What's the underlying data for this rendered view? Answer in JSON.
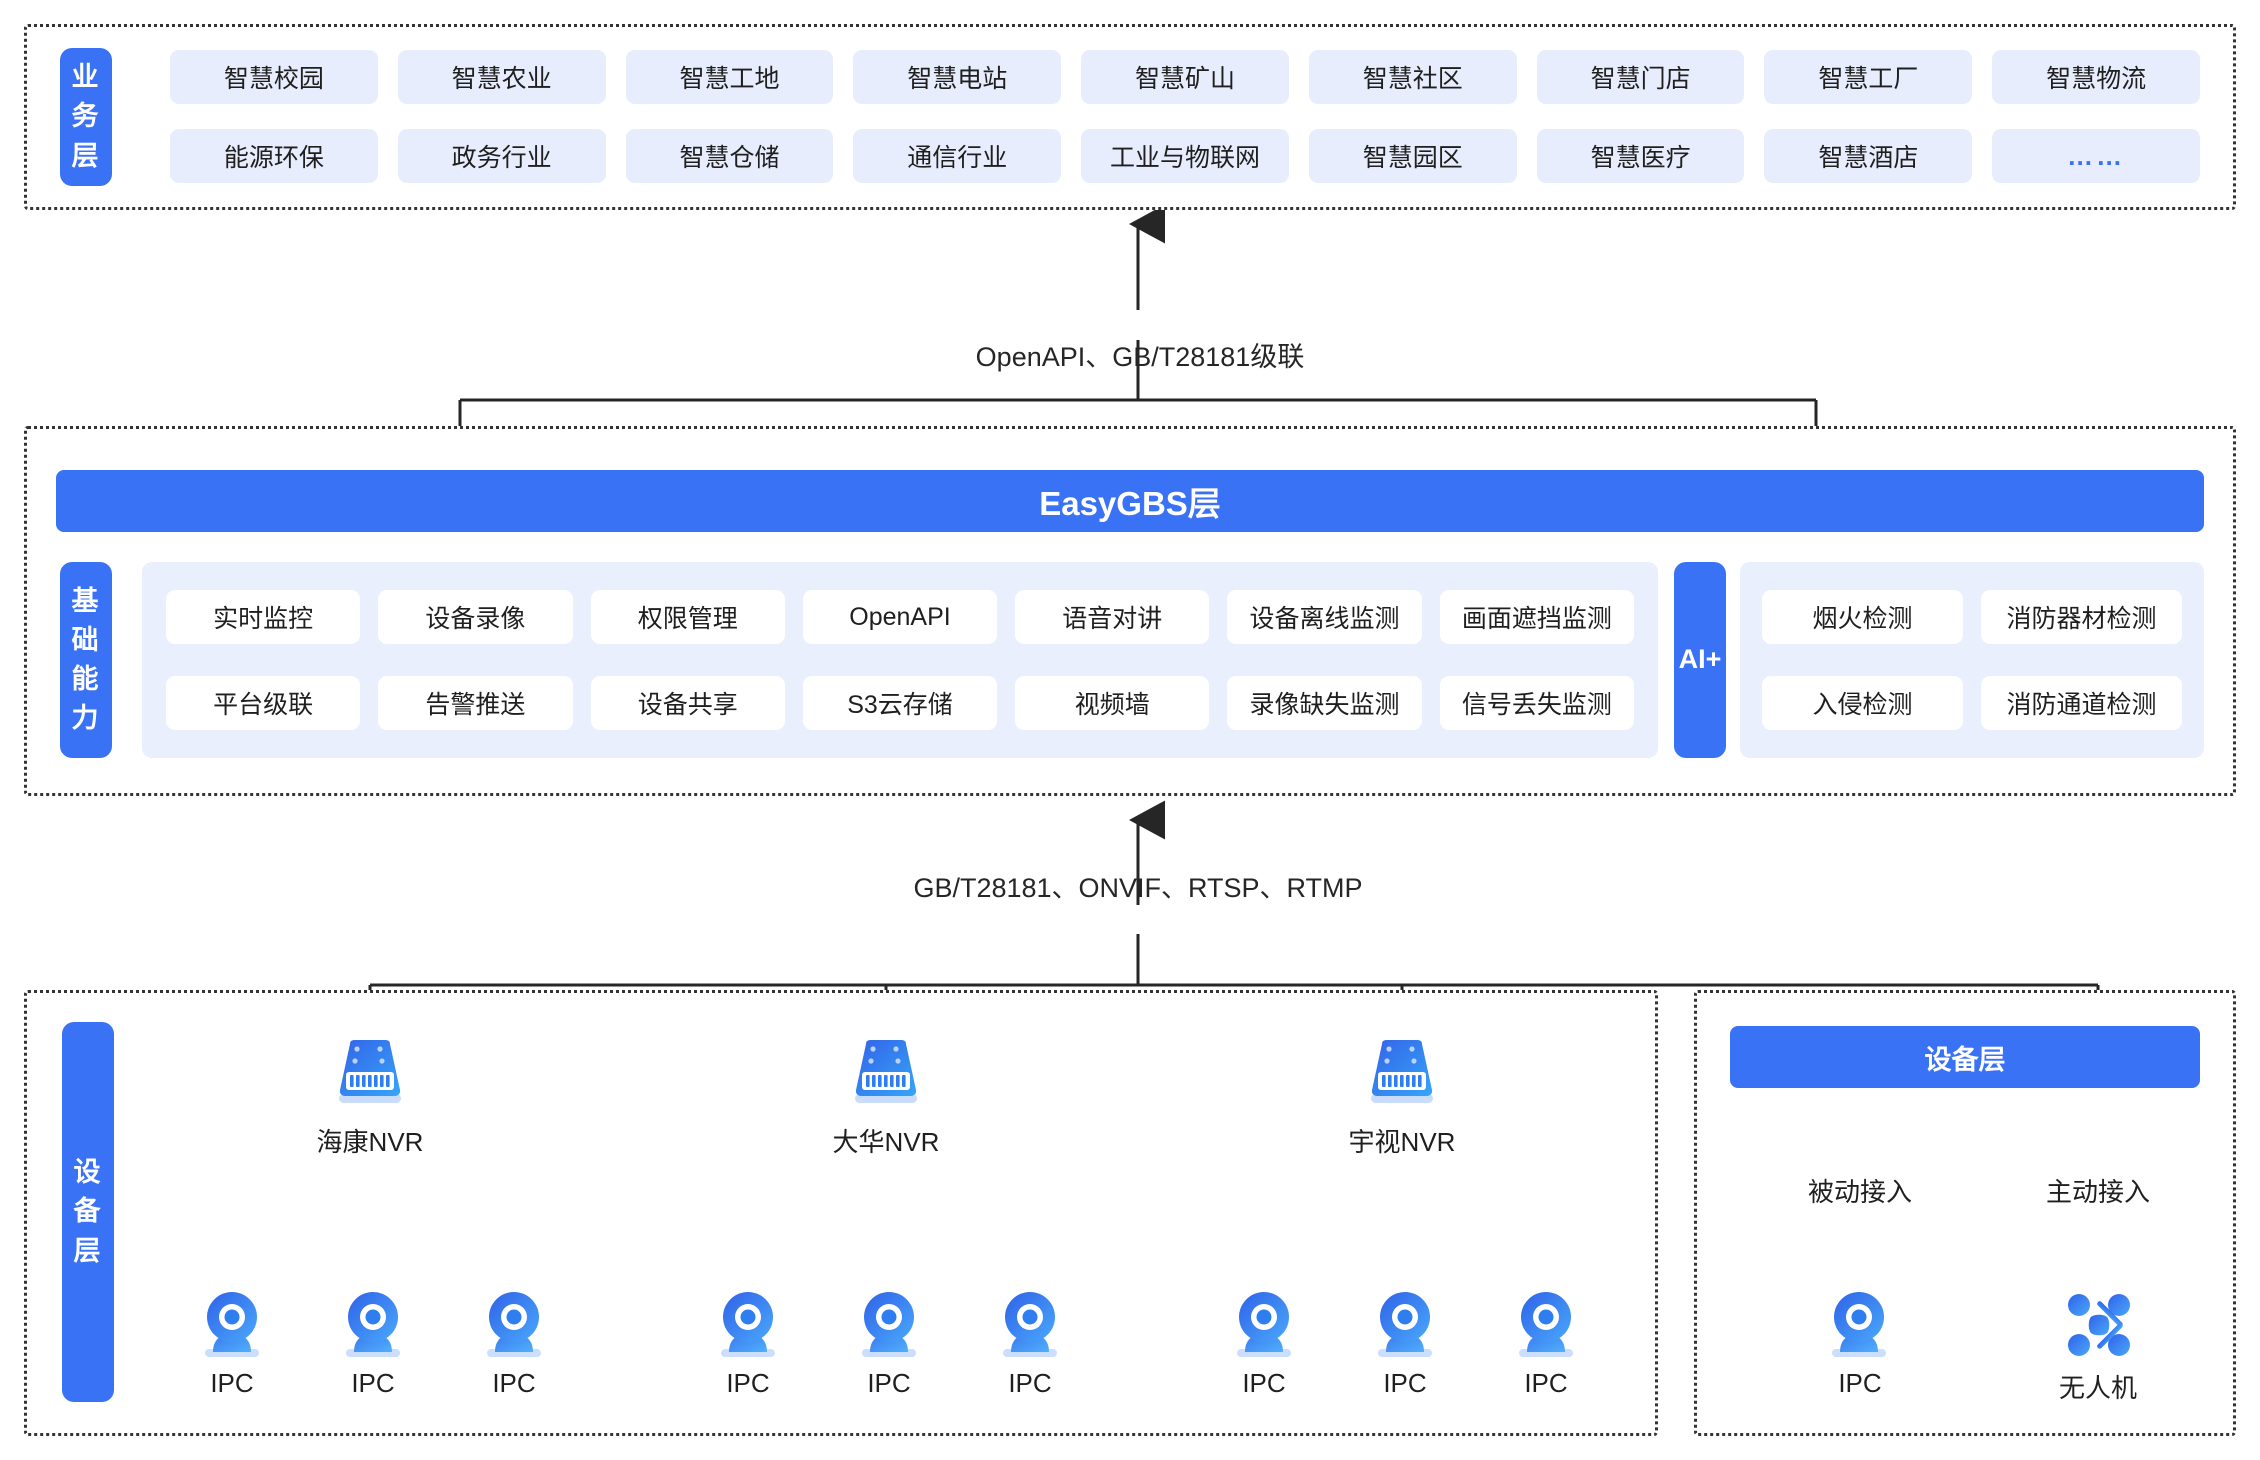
{
  "diagram": {
    "title": "EasyGBS 视频平台架构图",
    "accent_color": "#3a72f5",
    "chip_bg": "#e7edfd",
    "panel_bg": "#e9effd"
  },
  "business_layer": {
    "side_label": "业务层",
    "row1": [
      "智慧校园",
      "智慧农业",
      "智慧工地",
      "智慧电站",
      "智慧矿山",
      "智慧社区",
      "智慧门店",
      "智慧工厂",
      "智慧物流"
    ],
    "row2": [
      "能源环保",
      "政务行业",
      "智慧仓储",
      "通信行业",
      "工业与物联网",
      "智慧园区",
      "智慧医疗",
      "智慧酒店",
      "……"
    ]
  },
  "connector_top": {
    "label": "OpenAPI、GB/T28181级联"
  },
  "platform_layer": {
    "bar_title": "EasyGBS层",
    "side_label": "基础能力",
    "capabilities_row1": [
      "实时监控",
      "设备录像",
      "权限管理",
      "OpenAPI",
      "语音对讲",
      "设备离线监测",
      "画面遮挡监测"
    ],
    "capabilities_row2": [
      "平台级联",
      "告警推送",
      "设备共享",
      "S3云存储",
      "视频墙",
      "录像缺失监测",
      "信号丢失监测"
    ],
    "ai": {
      "side_label": "AI+",
      "row1": [
        "烟火检测",
        "消防器材检测"
      ],
      "row2": [
        "入侵检测",
        "消防通道检测"
      ]
    }
  },
  "connector_bottom": {
    "label": "GB/T28181、ONVIF、RTSP、RTMP"
  },
  "device_layer_left": {
    "side_label": "设备层",
    "nvr_groups": [
      {
        "name": "海康NVR",
        "icon": "nvr-icon",
        "cameras": [
          "IPC",
          "IPC",
          "IPC"
        ]
      },
      {
        "name": "大华NVR",
        "icon": "nvr-icon",
        "cameras": [
          "IPC",
          "IPC",
          "IPC"
        ]
      },
      {
        "name": "宇视NVR",
        "icon": "nvr-icon",
        "cameras": [
          "IPC",
          "IPC",
          "IPC"
        ]
      }
    ]
  },
  "device_layer_right": {
    "bar_title": "设备层",
    "branches": [
      {
        "mode": "被动接入",
        "device": "IPC",
        "icon": "ipc-camera-icon"
      },
      {
        "mode": "主动接入",
        "device": "无人机",
        "icon": "drone-icon"
      }
    ]
  }
}
